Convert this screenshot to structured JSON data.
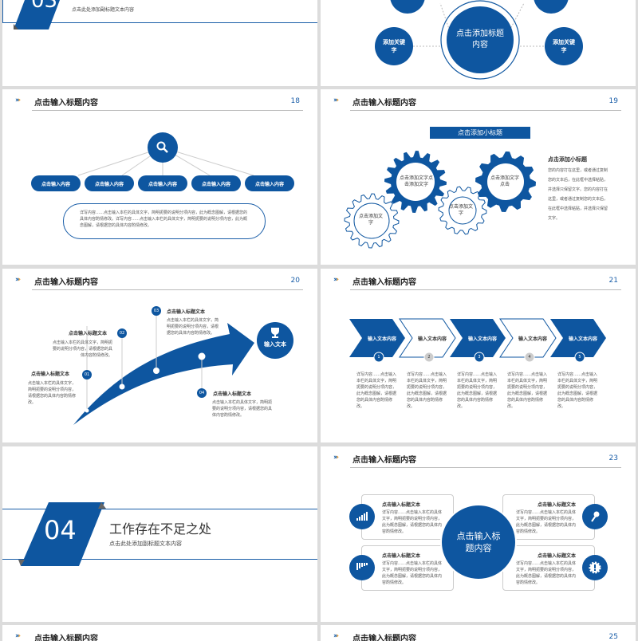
{
  "colors": {
    "brand": "#0e56a0",
    "accent": "#f39a1b",
    "bg": "#dcdcdc"
  },
  "slide03": {
    "number": "03",
    "subtitle": "点击此处添加副标题文本内容"
  },
  "slide_keywords": {
    "center": "点击添加标题内容",
    "left": "添加关键字",
    "right": "添加关键字"
  },
  "header_title": "点击输入标题内容",
  "slide18": {
    "page": "18",
    "icon": "search-icon",
    "pills": [
      "点击输入内容",
      "点击输入内容",
      "点击输入内容",
      "点击输入内容",
      "点击输入内容"
    ],
    "body": "详写内容……点击输入本栏的具体文字，简明扼要的说明分项内容，此为概念图解，请根据您的具体内容酌情修改。详写内容……点击输入本栏的具体文字，简明扼要的说明分项内容，此为概念图解，请根据您的具体内容酌情修改。"
  },
  "slide19": {
    "page": "19",
    "subtitle": "点击添加小标题",
    "gears": [
      "点击添加文字点击添加文字",
      "点击添加文字",
      "点击添加文字",
      "点击添加文字点击"
    ],
    "side_title": "点击添加小标题",
    "side_body": "您的内容打在这里，或者通过复制您的文本后，在此框中选择粘贴，并选择只保留文字。您的内容打在这里，或者通过复制您的文本后，在此框中选择粘贴，并选择只保留文字。"
  },
  "slide20": {
    "page": "20",
    "goal": "输入文本",
    "icon": "trophy-icon",
    "steps": [
      {
        "num": "01",
        "title": "点击输入标题文本",
        "body": "点击输入本栏的具体文字，简明扼要的说明分项内容，请根据您的具体内容酌情修改。"
      },
      {
        "num": "02",
        "title": "点击输入标题文本",
        "body": "点击输入本栏的具体文字，简明扼要的说明分项内容，请根据您的具体内容酌情修改。"
      },
      {
        "num": "03",
        "title": "点击输入标题文本",
        "body": "点击输入本栏的具体文字，简明扼要的说明分项内容，请根据您的具体内容酌情修改。"
      },
      {
        "num": "04",
        "title": "点击输入标题文本",
        "body": "点击输入本栏的具体文字，简明扼要的说明分项内容，请根据您的具体内容酌情修改。"
      }
    ]
  },
  "slide21": {
    "page": "21",
    "steps": [
      {
        "num": "1",
        "label": "输入文本内容",
        "body": "详写内容……点击输入本栏的具体文字，简明扼要的说明分项内容，此为概念图解，请根据您的具体内容酌情修改。"
      },
      {
        "num": "2",
        "label": "输入文本内容",
        "body": "详写内容……点击输入本栏的具体文字，简明扼要的说明分项内容，此为概念图解，请根据您的具体内容酌情修改。"
      },
      {
        "num": "3",
        "label": "输入文本内容",
        "body": "详写内容……点击输入本栏的具体文字，简明扼要的说明分项内容，此为概念图解，请根据您的具体内容酌情修改。"
      },
      {
        "num": "4",
        "label": "输入文本内容",
        "body": "详写内容……点击输入本栏的具体文字，简明扼要的说明分项内容，此为概念图解，请根据您的具体内容酌情修改。"
      },
      {
        "num": "5",
        "label": "输入文本内容",
        "body": "详写内容……点击输入本栏的具体文字，简明扼要的说明分项内容，此为概念图解，请根据您的具体内容酌情修改。"
      }
    ]
  },
  "slide04": {
    "number": "04",
    "title": "工作存在不足之处",
    "subtitle": "点击此处添加副标题文本内容"
  },
  "slide23": {
    "page": "23",
    "center": "点击输入标题内容",
    "cards": [
      {
        "title": "点击输入标题文本",
        "body": "详写内容……点击输入本栏的具体文字，简明扼要的说明分项内容，此为概念图解，请根据您的具体内容酌情修改。",
        "icon": "chart-up-icon"
      },
      {
        "title": "点击输入标题文本",
        "body": "详写内容……点击输入本栏的具体文字，简明扼要的说明分项内容，此为概念图解，请根据您的具体内容酌情修改。",
        "icon": "key-icon"
      },
      {
        "title": "点击输入标题文本",
        "body": "详写内容……点击输入本栏的具体文字，简明扼要的说明分项内容，此为概念图解，请根据您的具体内容酌情修改。",
        "icon": "chart-down-icon"
      },
      {
        "title": "点击输入标题文本",
        "body": "详写内容……点击输入本栏的具体文字，简明扼要的说明分项内容，此为概念图解，请根据您的具体内容酌情修改。",
        "icon": "gear-icon"
      }
    ]
  },
  "bottom": {
    "page_right": "25"
  }
}
